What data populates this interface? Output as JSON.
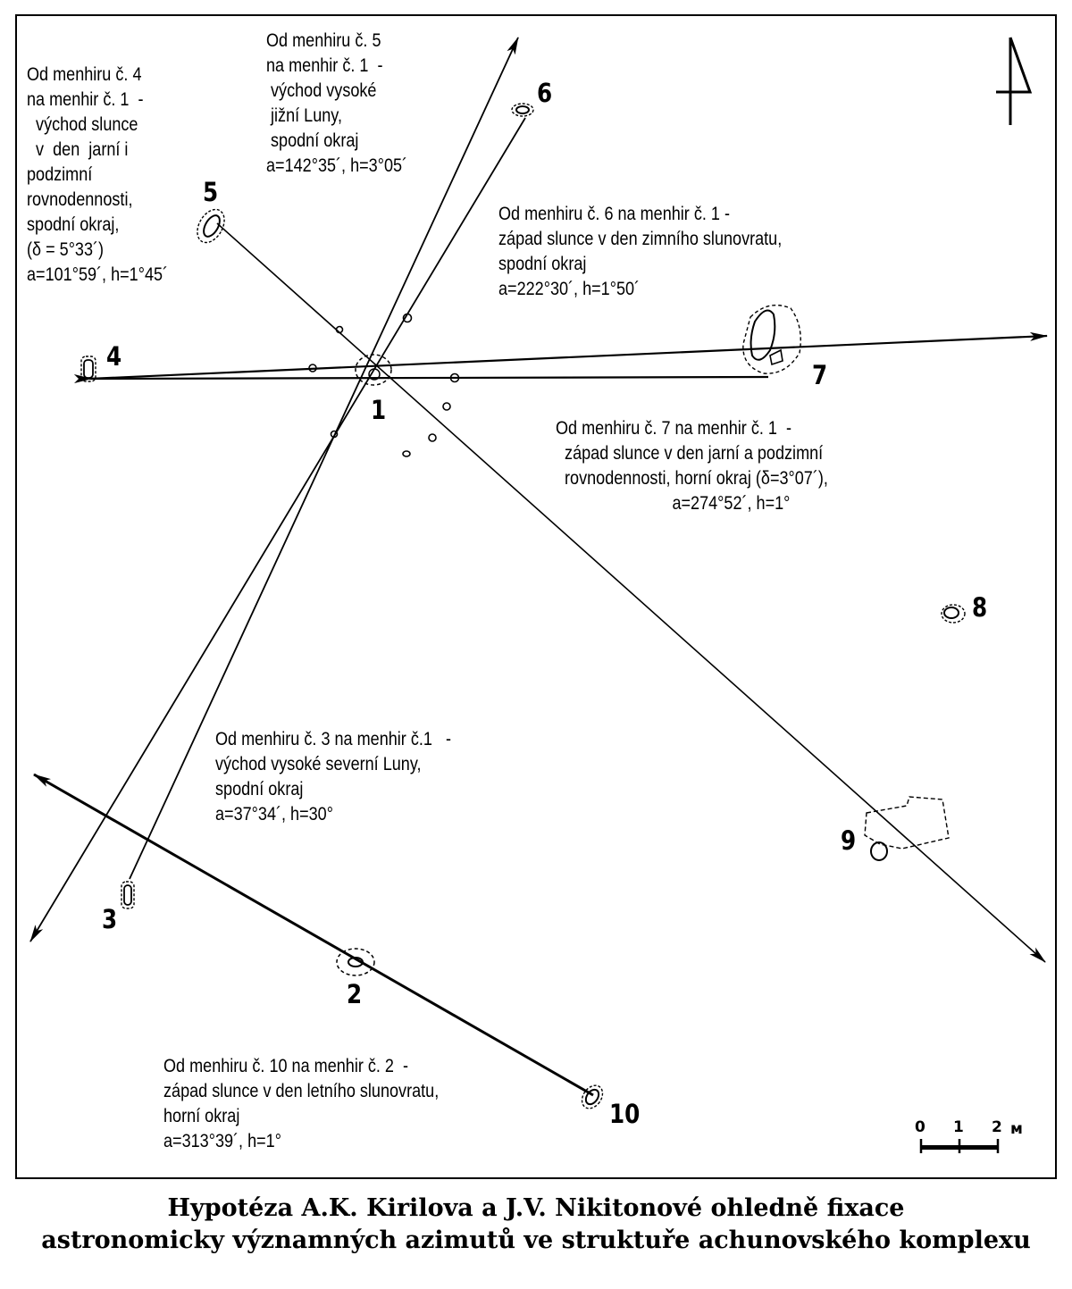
{
  "notes": {
    "n4": "Od menhiru č. 4\nna menhir č. 1  -\n  východ slunce\n  v  den  jarní i\npodzimní\nrovnodennosti,\nspodní okraj,\n(δ = 5°33´)\na=101°59´, h=1°45´",
    "n5": "Od menhiru č. 5\nna menhir č. 1  -\n východ vysoké\n jižní Luny,\n spodní okraj\na=142°35´, h=3°05´",
    "n6": "Od menhiru č. 6 na menhir č. 1 -\nzápad slunce v den zimního slunovratu,\nspodní okraj\na=222°30´, h=1°50´",
    "n7": "Od menhiru č. 7 na menhir č. 1  -\n  západ slunce v den jarní a podzimní\n  rovnodennosti, horní okraj (δ=3°07´),\n                          a=274°52´, h=1°",
    "n3": "Od menhiru č. 3 na menhir č.1   -\nvýchod vysoké severní Luny,\nspodní okraj\na=37°34´, h=30°",
    "n10": "Od menhiru č. 10 na menhir č. 2  -\nzápad slunce v den letního slunovratu,\nhorní okraj\na=313°39´, h=1°"
  },
  "menhirs": [
    "1",
    "2",
    "3",
    "4",
    "5",
    "6",
    "7",
    "8",
    "9",
    "10"
  ],
  "scale": {
    "labels": [
      "0",
      "1",
      "2"
    ],
    "unit": "м"
  },
  "caption": {
    "line1": "Hypotéza A.K. Kirilova a J.V. Nikitonové ohledně fixace",
    "line2": "astronomicky významných azimutů ve struktuře achunovského komplexu"
  }
}
